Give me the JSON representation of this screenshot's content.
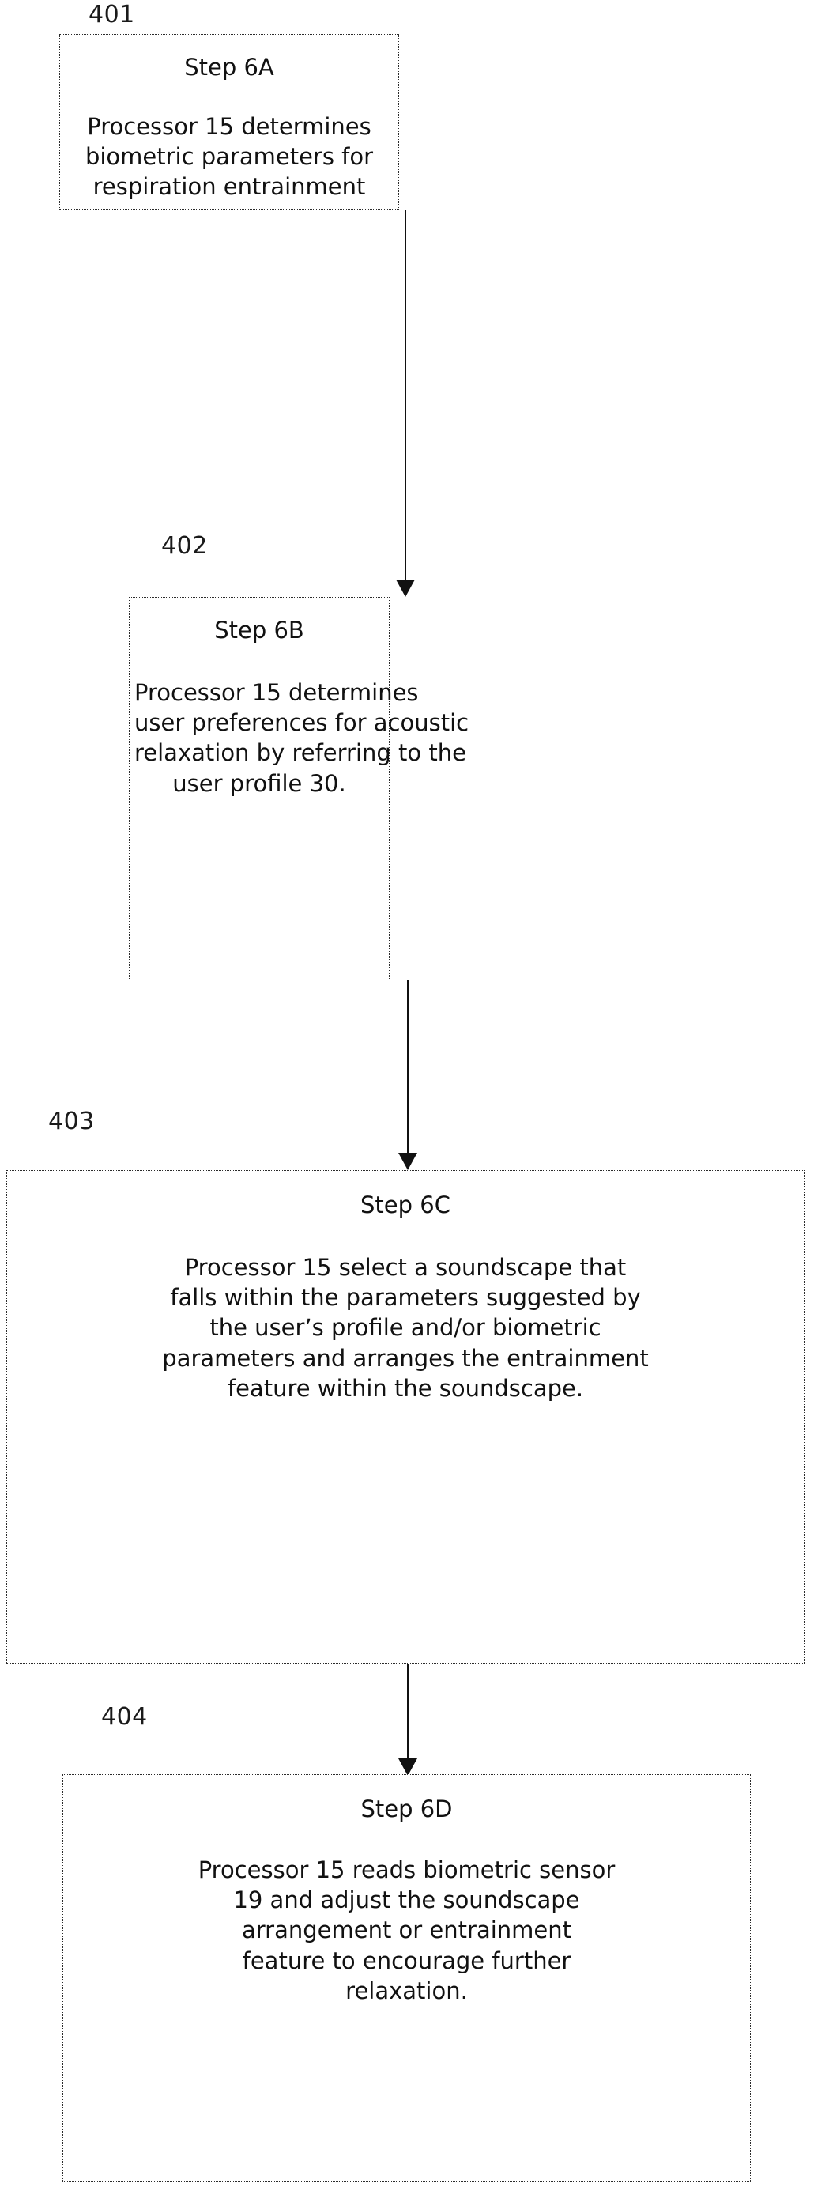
{
  "figure": {
    "kind": "patent-flowchart",
    "background_color": "#ffffff",
    "line_color": "#111111",
    "text_color": "#111111"
  },
  "labels": {
    "ref_401": "401",
    "ref_402": "402",
    "ref_403": "403",
    "ref_404": "404"
  },
  "steps": [
    {
      "ref": "401",
      "title": "Step 6A",
      "lines": [
        "Processor 15 determines",
        "biometric parameters for",
        "respiration entrainment"
      ],
      "text": "Processor 15 determines biometric parameters for respiration entrainment"
    },
    {
      "ref": "402",
      "title": "Step 6B",
      "lines": [
        "Processor 15 determines",
        "user preferences for acoustic",
        "relaxation by referring to the",
        "user profile 30."
      ],
      "text": "Processor 15 determines user preferences for acoustic relaxation by referring to the user profile 30."
    },
    {
      "ref": "403",
      "title": "Step 6C",
      "lines": [
        "Processor 15 select a soundscape that",
        "falls within the parameters suggested by",
        "the user’s profile and/or biometric",
        "parameters and arranges the entrainment",
        "feature within the soundscape."
      ],
      "text": "Processor 15 select a soundscape that falls within the parameters suggested by the user’s profile and/or biometric parameters and arranges the entrainment feature within the soundscape."
    },
    {
      "ref": "404",
      "title": "Step 6D",
      "lines": [
        "Processor 15 reads biometric sensor",
        "19 and adjust the soundscape",
        "arrangement or entrainment",
        "feature to encourage further",
        "relaxation."
      ],
      "text": "Processor 15 reads biometric sensor 19 and adjust the soundscape arrangement or entrainment feature to encourage further relaxation."
    }
  ],
  "connectors": [
    {
      "name": "arrow-401-to-402",
      "from": "401",
      "to": "402",
      "direction": "down"
    },
    {
      "name": "arrow-402-to-403",
      "from": "402",
      "to": "403",
      "direction": "down"
    },
    {
      "name": "arrow-403-to-404",
      "from": "403",
      "to": "404",
      "direction": "down"
    }
  ]
}
